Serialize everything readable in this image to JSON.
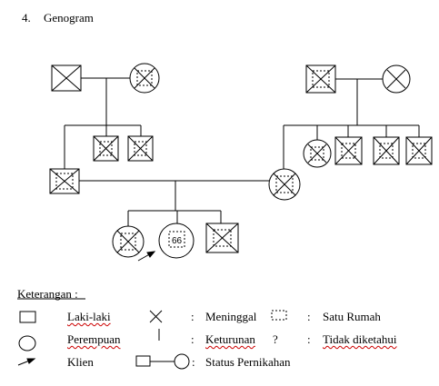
{
  "heading": {
    "number": "4.",
    "title": "Genogram"
  },
  "diagram": {
    "client_age": "66"
  },
  "legend": {
    "title": "Keterangan :",
    "male": "Laki-laki",
    "female": "Perempuan",
    "client": "Klien",
    "deceased": "Meninggal",
    "offspring": "Keturunan",
    "marriage": "Status Pernikahan",
    "household": "Satu Rumah",
    "unknown_symbol": "?",
    "unknown": "Tidak diketahui",
    "separator": ":"
  }
}
